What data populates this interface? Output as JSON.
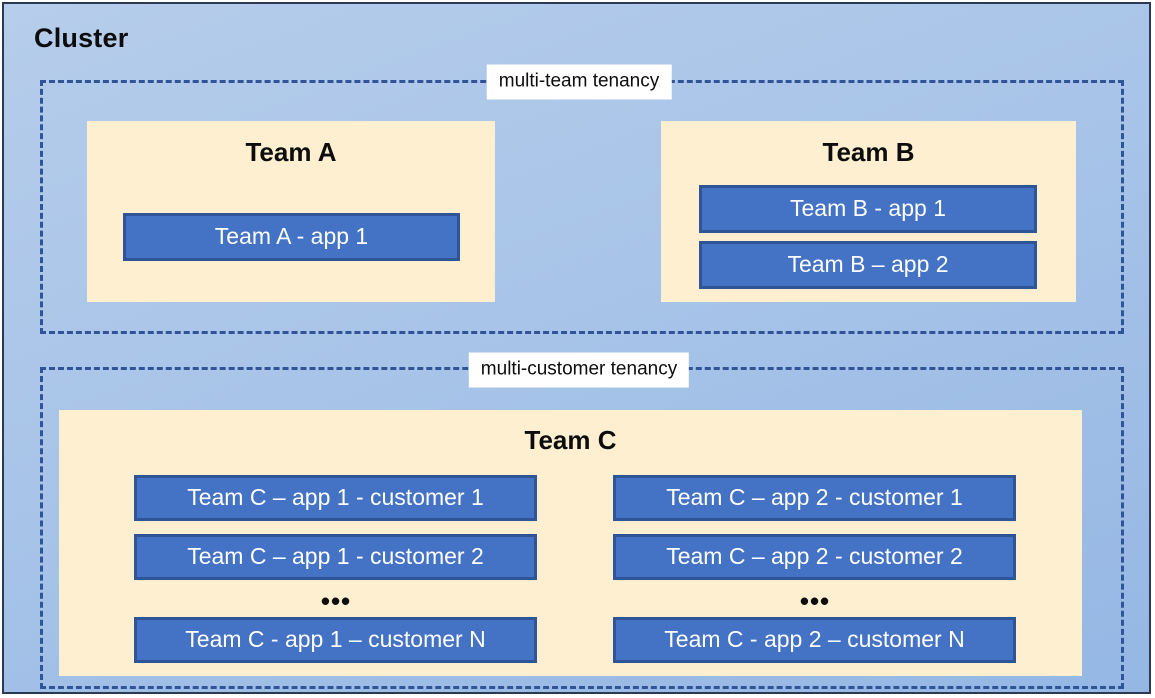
{
  "diagram": {
    "title": "Cluster",
    "colors": {
      "cluster_background": "#a8c4e8",
      "cluster_border": "#2b3a52",
      "zone_border": "#2f5497",
      "team_background": "#fdefd0",
      "app_fill": "#4472c4",
      "app_border": "#2f5597",
      "app_text": "#ffffff",
      "label_background": "#ffffff",
      "text": "#0d0d0d"
    },
    "zones": [
      {
        "id": "multi-team",
        "label": "multi-team tenancy",
        "teams": [
          {
            "id": "team-a",
            "title": "Team A",
            "apps": [
              {
                "id": "team-a-app-1",
                "label": "Team A - app 1"
              }
            ]
          },
          {
            "id": "team-b",
            "title": "Team B",
            "apps": [
              {
                "id": "team-b-app-1",
                "label": "Team B - app 1"
              },
              {
                "id": "team-b-app-2",
                "label": "Team B – app 2"
              }
            ]
          }
        ]
      },
      {
        "id": "multi-customer",
        "label": "multi-customer tenancy",
        "teams": [
          {
            "id": "team-c",
            "title": "Team C",
            "columns": [
              {
                "id": "team-c-app-1",
                "apps": [
                  {
                    "id": "team-c-app-1-customer-1",
                    "label": "Team C – app 1 - customer 1"
                  },
                  {
                    "id": "team-c-app-1-customer-2",
                    "label": "Team C – app 1 - customer 2"
                  },
                  {
                    "id": "team-c-app-1-customer-n",
                    "label": "Team C - app 1 – customer N"
                  }
                ],
                "ellipsis": "•••"
              },
              {
                "id": "team-c-app-2",
                "apps": [
                  {
                    "id": "team-c-app-2-customer-1",
                    "label": "Team C – app 2 - customer 1"
                  },
                  {
                    "id": "team-c-app-2-customer-2",
                    "label": "Team C – app 2 - customer 2"
                  },
                  {
                    "id": "team-c-app-2-customer-n",
                    "label": "Team C - app 2 – customer N"
                  }
                ],
                "ellipsis": "•••"
              }
            ]
          }
        ]
      }
    ]
  }
}
